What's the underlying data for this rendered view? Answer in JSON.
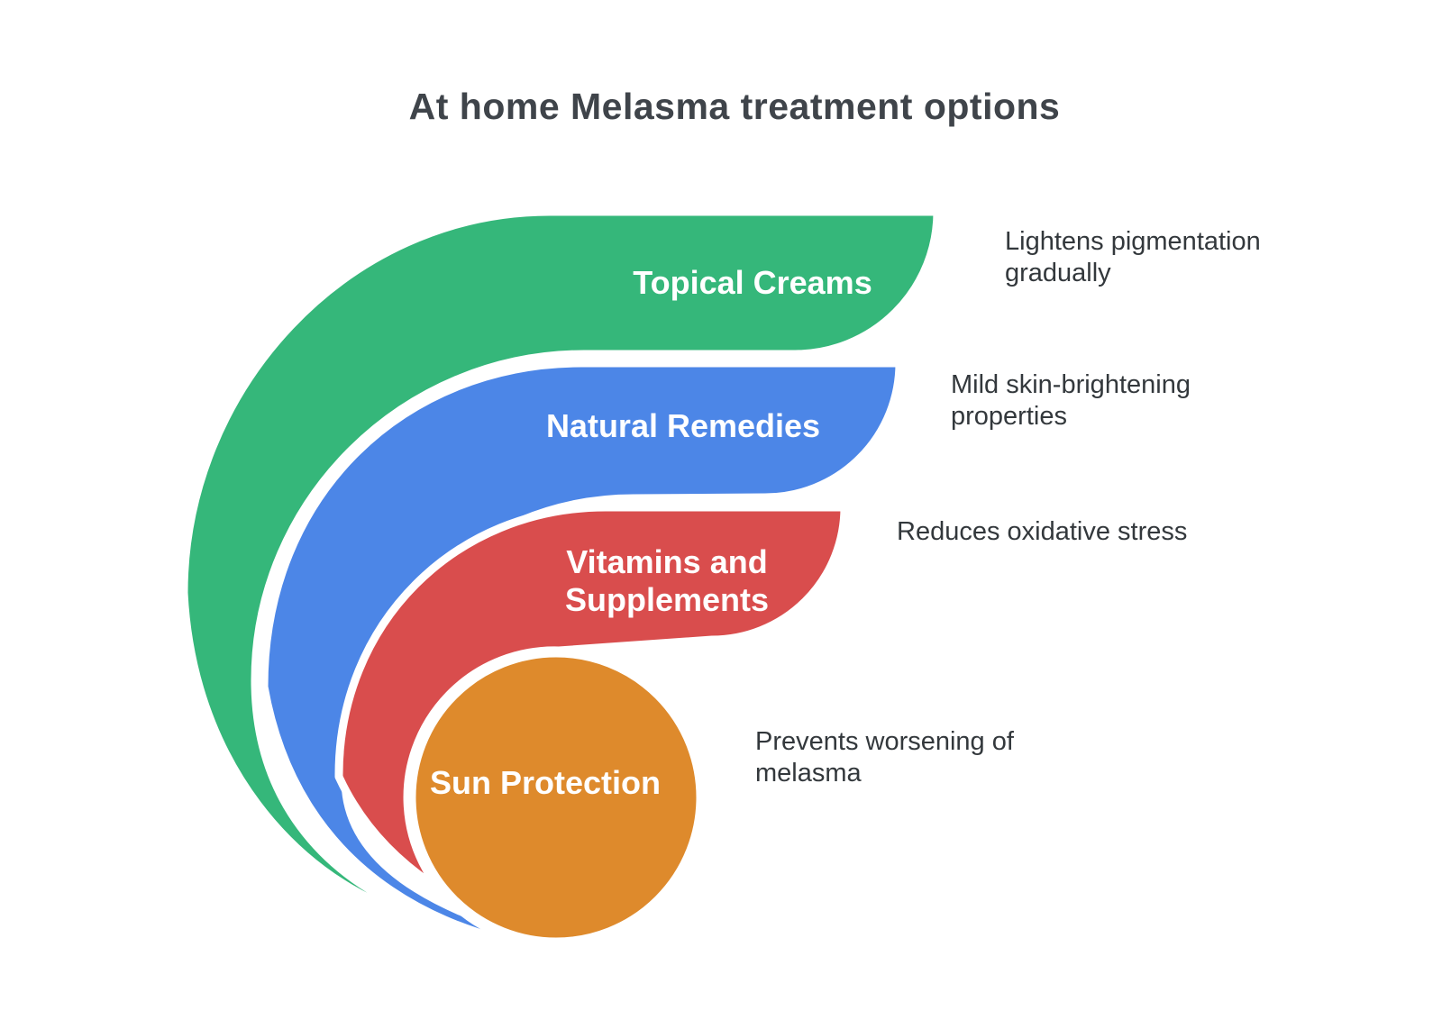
{
  "title": "At home Melasma treatment options",
  "colors": {
    "background": "#FFFFFF",
    "title_text": "#3F444A",
    "annotation_text": "#33383C",
    "label_text": "#FFFFFF",
    "separator": "#FFFFFF",
    "green": "#35B77A",
    "blue": "#4C86E7",
    "red": "#D94D4D",
    "orange": "#DE8A2C"
  },
  "items": [
    {
      "label": "Topical Creams",
      "description": "Lightens pigmentation\ngradually",
      "color": "#35B77A",
      "shape": "outer-arc-band"
    },
    {
      "label": "Natural Remedies",
      "description": "Mild skin-brightening\nproperties",
      "color": "#4C86E7",
      "shape": "middle-arc-band"
    },
    {
      "label": "Vitamins and\nSupplements",
      "description": "Reduces oxidative stress",
      "color": "#D94D4D",
      "shape": "inner-arc-band"
    },
    {
      "label": "Sun Protection",
      "description": "Prevents worsening of\nmelasma",
      "color": "#DE8A2C",
      "shape": "center-circle"
    }
  ]
}
